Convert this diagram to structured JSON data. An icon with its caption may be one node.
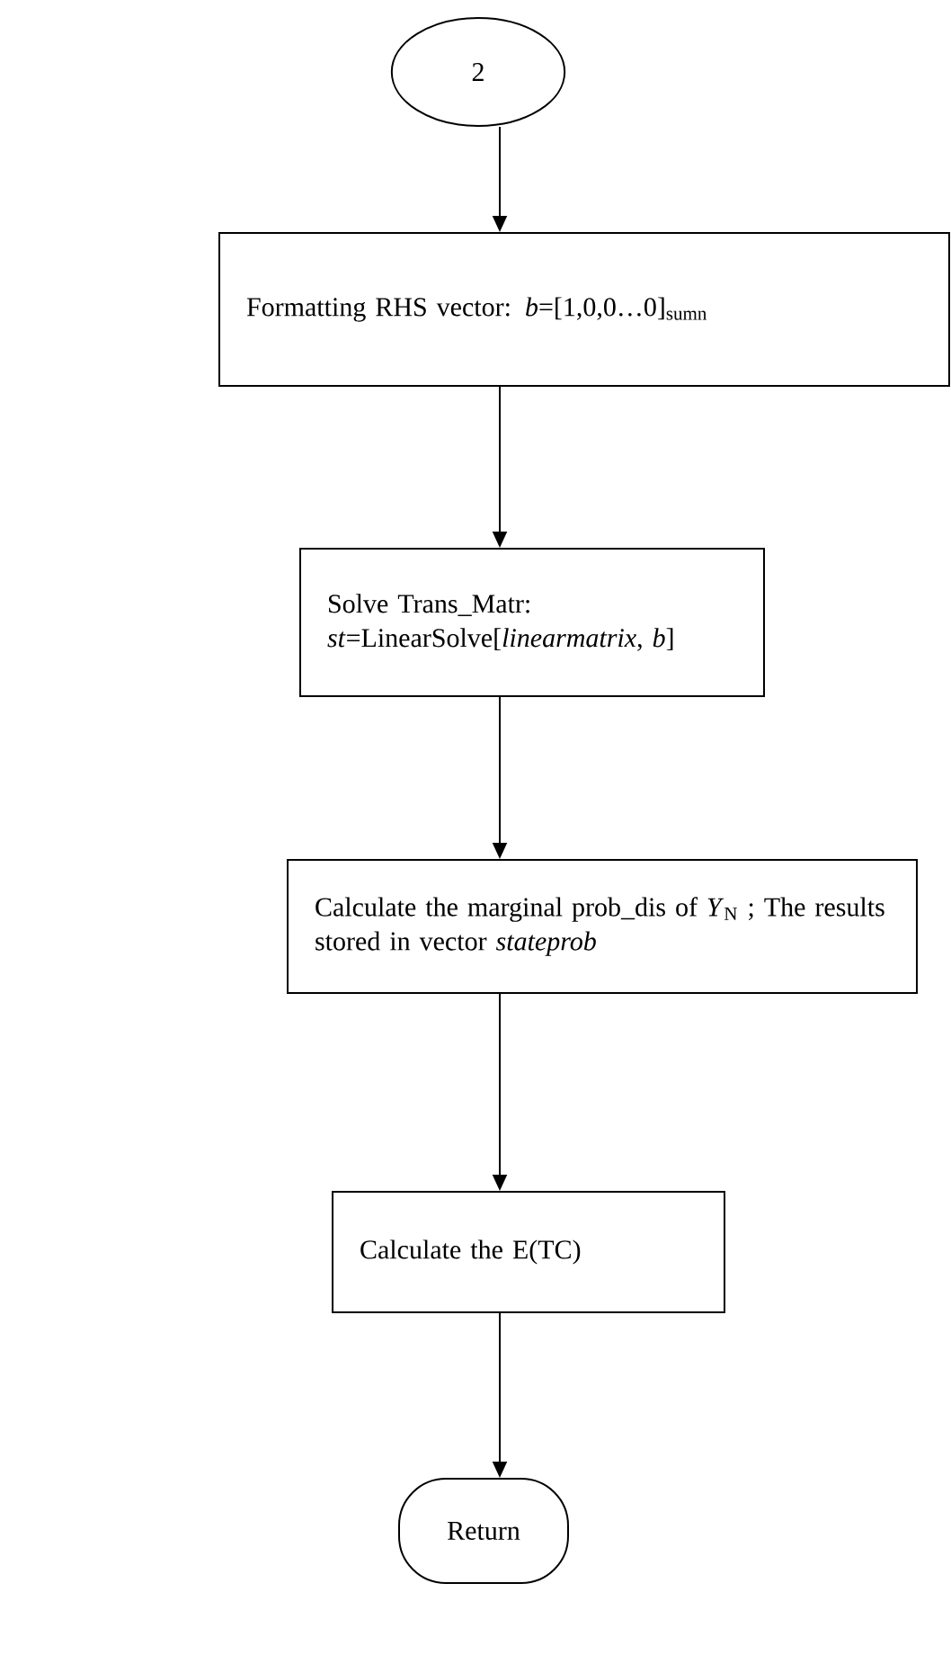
{
  "diagram": {
    "nodes": [
      {
        "text": [
          "2"
        ]
      },
      {
        "text": [
          "Formatting RHS vector: *b*=[1,0,0…0]$_{sumn}$"
        ]
      },
      {
        "text": [
          "Solve Trans_Matr: *st*=LinearSolve[*linearmatrix*, *b*]"
        ]
      },
      {
        "text": [
          "Calculate the marginal prob_dis of *Y*$_{N}$ ; The results stored in vector *stateprob*"
        ]
      },
      {
        "text": [
          "Calculate the E(TC)"
        ]
      },
      {
        "text": [
          "Return"
        ]
      }
    ],
    "edges": [
      {
        "from": 0,
        "to": 1,
        "arrow": "to"
      },
      {
        "from": 1,
        "to": 2,
        "arrow": "to"
      },
      {
        "from": 2,
        "to": 3,
        "arrow": "to"
      },
      {
        "from": 3,
        "to": 4,
        "arrow": "to"
      },
      {
        "from": 4,
        "to": 5,
        "arrow": "to"
      }
    ]
  }
}
